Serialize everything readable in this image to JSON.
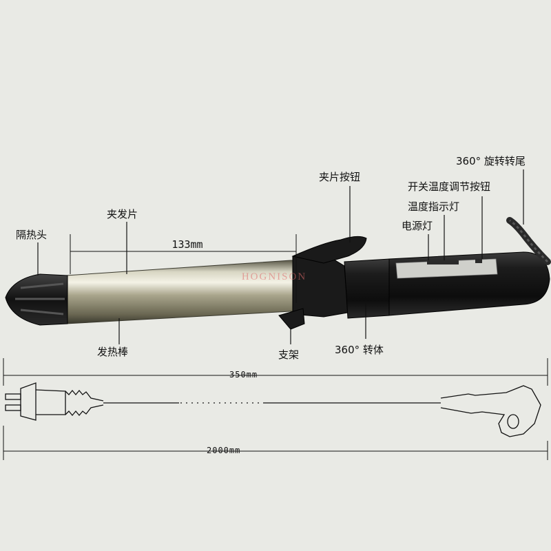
{
  "labels": {
    "insulated_tip": "隔热头",
    "hair_clip": "夹发片",
    "clip_button": "夹片按钮",
    "rotating_tail": "360° 旋转转尾",
    "switch_temp_button": "开关温度调节按钮",
    "temp_indicator": "温度指示灯",
    "power_light": "电源灯",
    "heating_rod": "发热棒",
    "stand": "支架",
    "swivel_body": "360° 转体"
  },
  "dimensions": {
    "barrel_length": "133mm",
    "device_length": "350mm",
    "cord_length": "2000mm"
  },
  "watermark": "HOGNISON",
  "colors": {
    "background": "#e9eae5",
    "barrel": "#b7b39a",
    "handle": "#141414",
    "tip": "#1a1a1a",
    "watermark": "#e06a6a"
  }
}
